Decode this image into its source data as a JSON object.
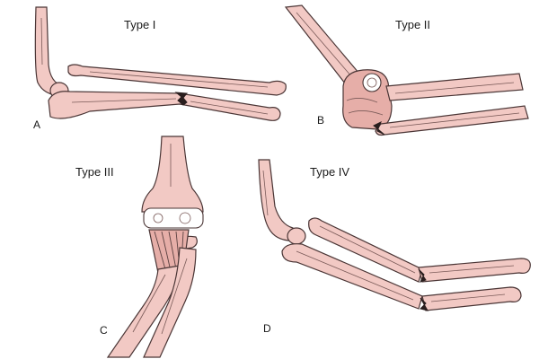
{
  "panels": [
    {
      "title": "Type I",
      "letter": "A"
    },
    {
      "title": "Type II",
      "letter": "B"
    },
    {
      "title": "Type III",
      "letter": "C"
    },
    {
      "title": "Type IV",
      "letter": "D"
    }
  ]
}
